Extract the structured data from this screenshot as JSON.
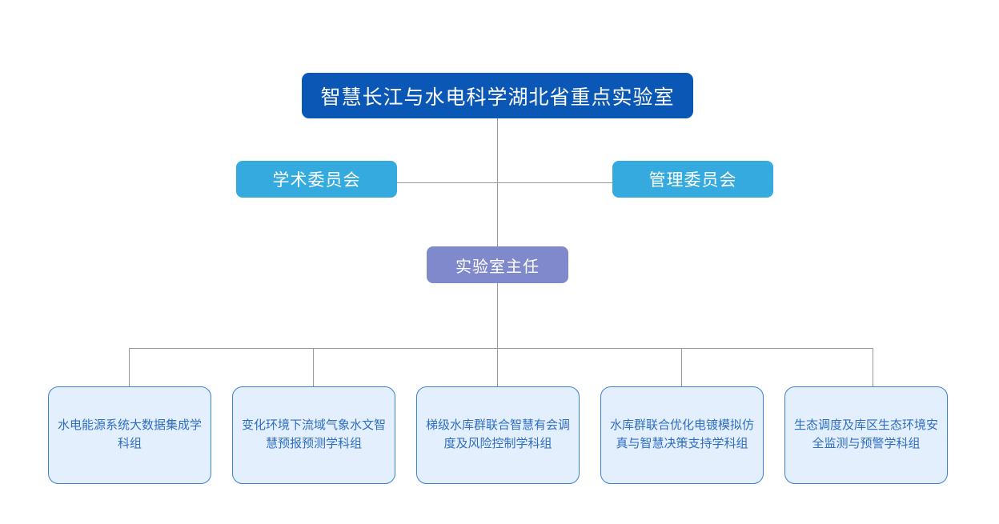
{
  "chart": {
    "type": "org-chart",
    "root": {
      "id": "root",
      "label": "智慧长江与水电科学湖北省重点实验室",
      "color": "#0b57b5",
      "text_color": "#ffffff"
    },
    "committees": [
      {
        "id": "academic-committee",
        "label": "学术委员会",
        "side": "left",
        "color": "#35aadf",
        "text_color": "#ffffff"
      },
      {
        "id": "management-committee",
        "label": "管理委员会",
        "side": "right",
        "color": "#35aadf",
        "text_color": "#ffffff"
      }
    ],
    "director": {
      "id": "lab-director",
      "label": "实验室主任",
      "color": "#8189cd",
      "text_color": "#ffffff"
    },
    "groups": [
      {
        "id": "group-1",
        "label": "水电能源系统大数据集成学科组",
        "color": "#e3effc",
        "border_color": "#3f7fd0",
        "text_color": "#2f6ec4"
      },
      {
        "id": "group-2",
        "label": "变化环境下流域气象水文智慧预报预测学科组",
        "color": "#e3effc",
        "border_color": "#3f7fd0",
        "text_color": "#2f6ec4"
      },
      {
        "id": "group-3",
        "label": "梯级水库群联合智慧有会调度及风险控制学科组",
        "color": "#e3effc",
        "border_color": "#3f7fd0",
        "text_color": "#2f6ec4"
      },
      {
        "id": "group-4",
        "label": "水库群联合优化电镀模拟仿真与智慧决策支持学科组",
        "color": "#e3effc",
        "border_color": "#3f7fd0",
        "text_color": "#2f6ec4"
      },
      {
        "id": "group-5",
        "label": "生态调度及库区生态环境安全监测与预警学科组",
        "color": "#e3effc",
        "border_color": "#3f7fd0",
        "text_color": "#2f6ec4"
      }
    ],
    "connector_color": "#9a9a9a"
  }
}
